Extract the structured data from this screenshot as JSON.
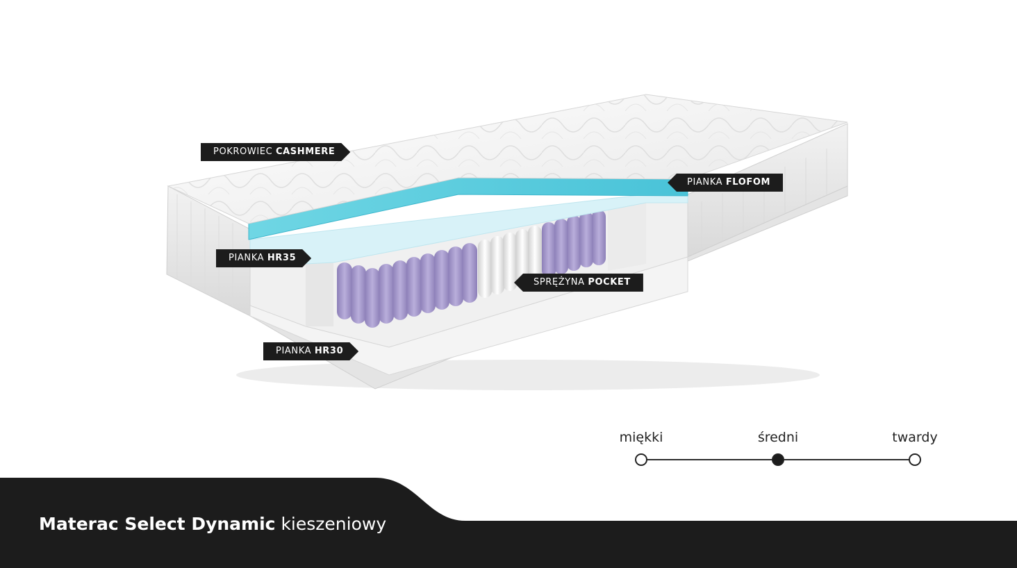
{
  "product": {
    "name_bold": "Materac Select Dynamic",
    "name_suffix": "kieszeniowy"
  },
  "layers": [
    {
      "prefix": "POKROWIEC",
      "bold": "CASHMERE"
    },
    {
      "prefix": "PIANKA",
      "bold": "FLOFOM"
    },
    {
      "prefix": "PIANKA",
      "bold": "HR35"
    },
    {
      "prefix": "SPRĘŻYNA",
      "bold": "POCKET"
    },
    {
      "prefix": "PIANKA",
      "bold": "HR30"
    }
  ],
  "firmness": {
    "options": [
      "miękki",
      "średni",
      "twardy"
    ],
    "selected": "średni"
  },
  "colors": {
    "footer": "#1c1c1c",
    "blue_foam": "#5fd0e0",
    "springs": "#a99ccc"
  }
}
